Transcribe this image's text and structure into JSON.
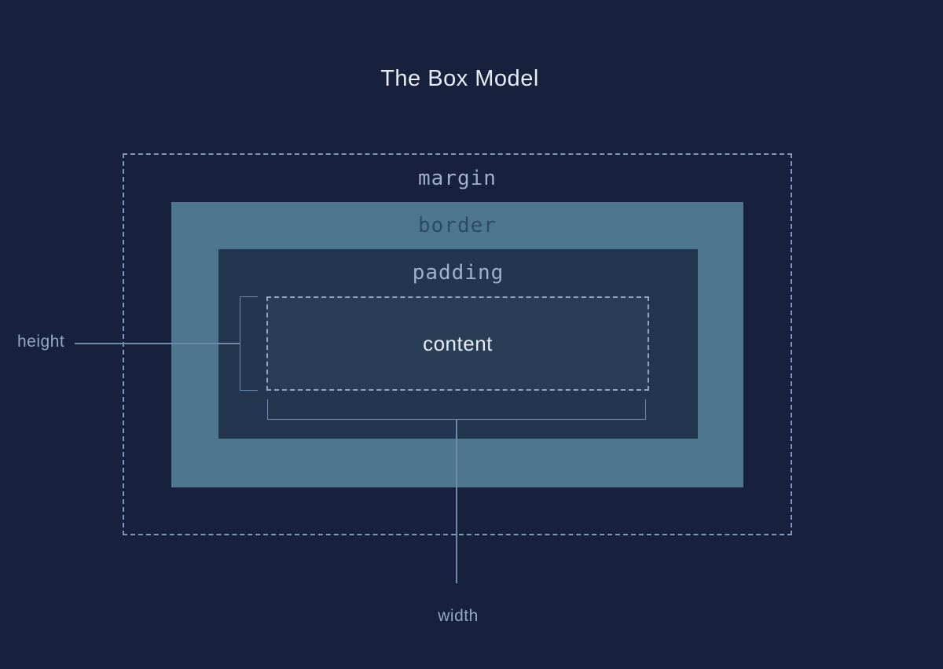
{
  "title": "The Box Model",
  "boxes": {
    "margin": {
      "label": "margin"
    },
    "border": {
      "label": "border"
    },
    "padding": {
      "label": "padding"
    },
    "content": {
      "label": "content"
    }
  },
  "annotations": {
    "height": {
      "label": "height"
    },
    "width": {
      "label": "width"
    }
  },
  "colors": {
    "bg": "#17203c",
    "margin_dash": "#7e96b8",
    "border_fill": "#4e768c",
    "padding_fill": "#22364f",
    "content_fill": "#2a3d57",
    "content_dash": "#8fa6c4",
    "label_light": "#9db1c9",
    "label_dark": "#2f4a61",
    "text_bright": "#e7ecf5",
    "annotation": "#93a7c2",
    "line": "#6d89ab"
  }
}
